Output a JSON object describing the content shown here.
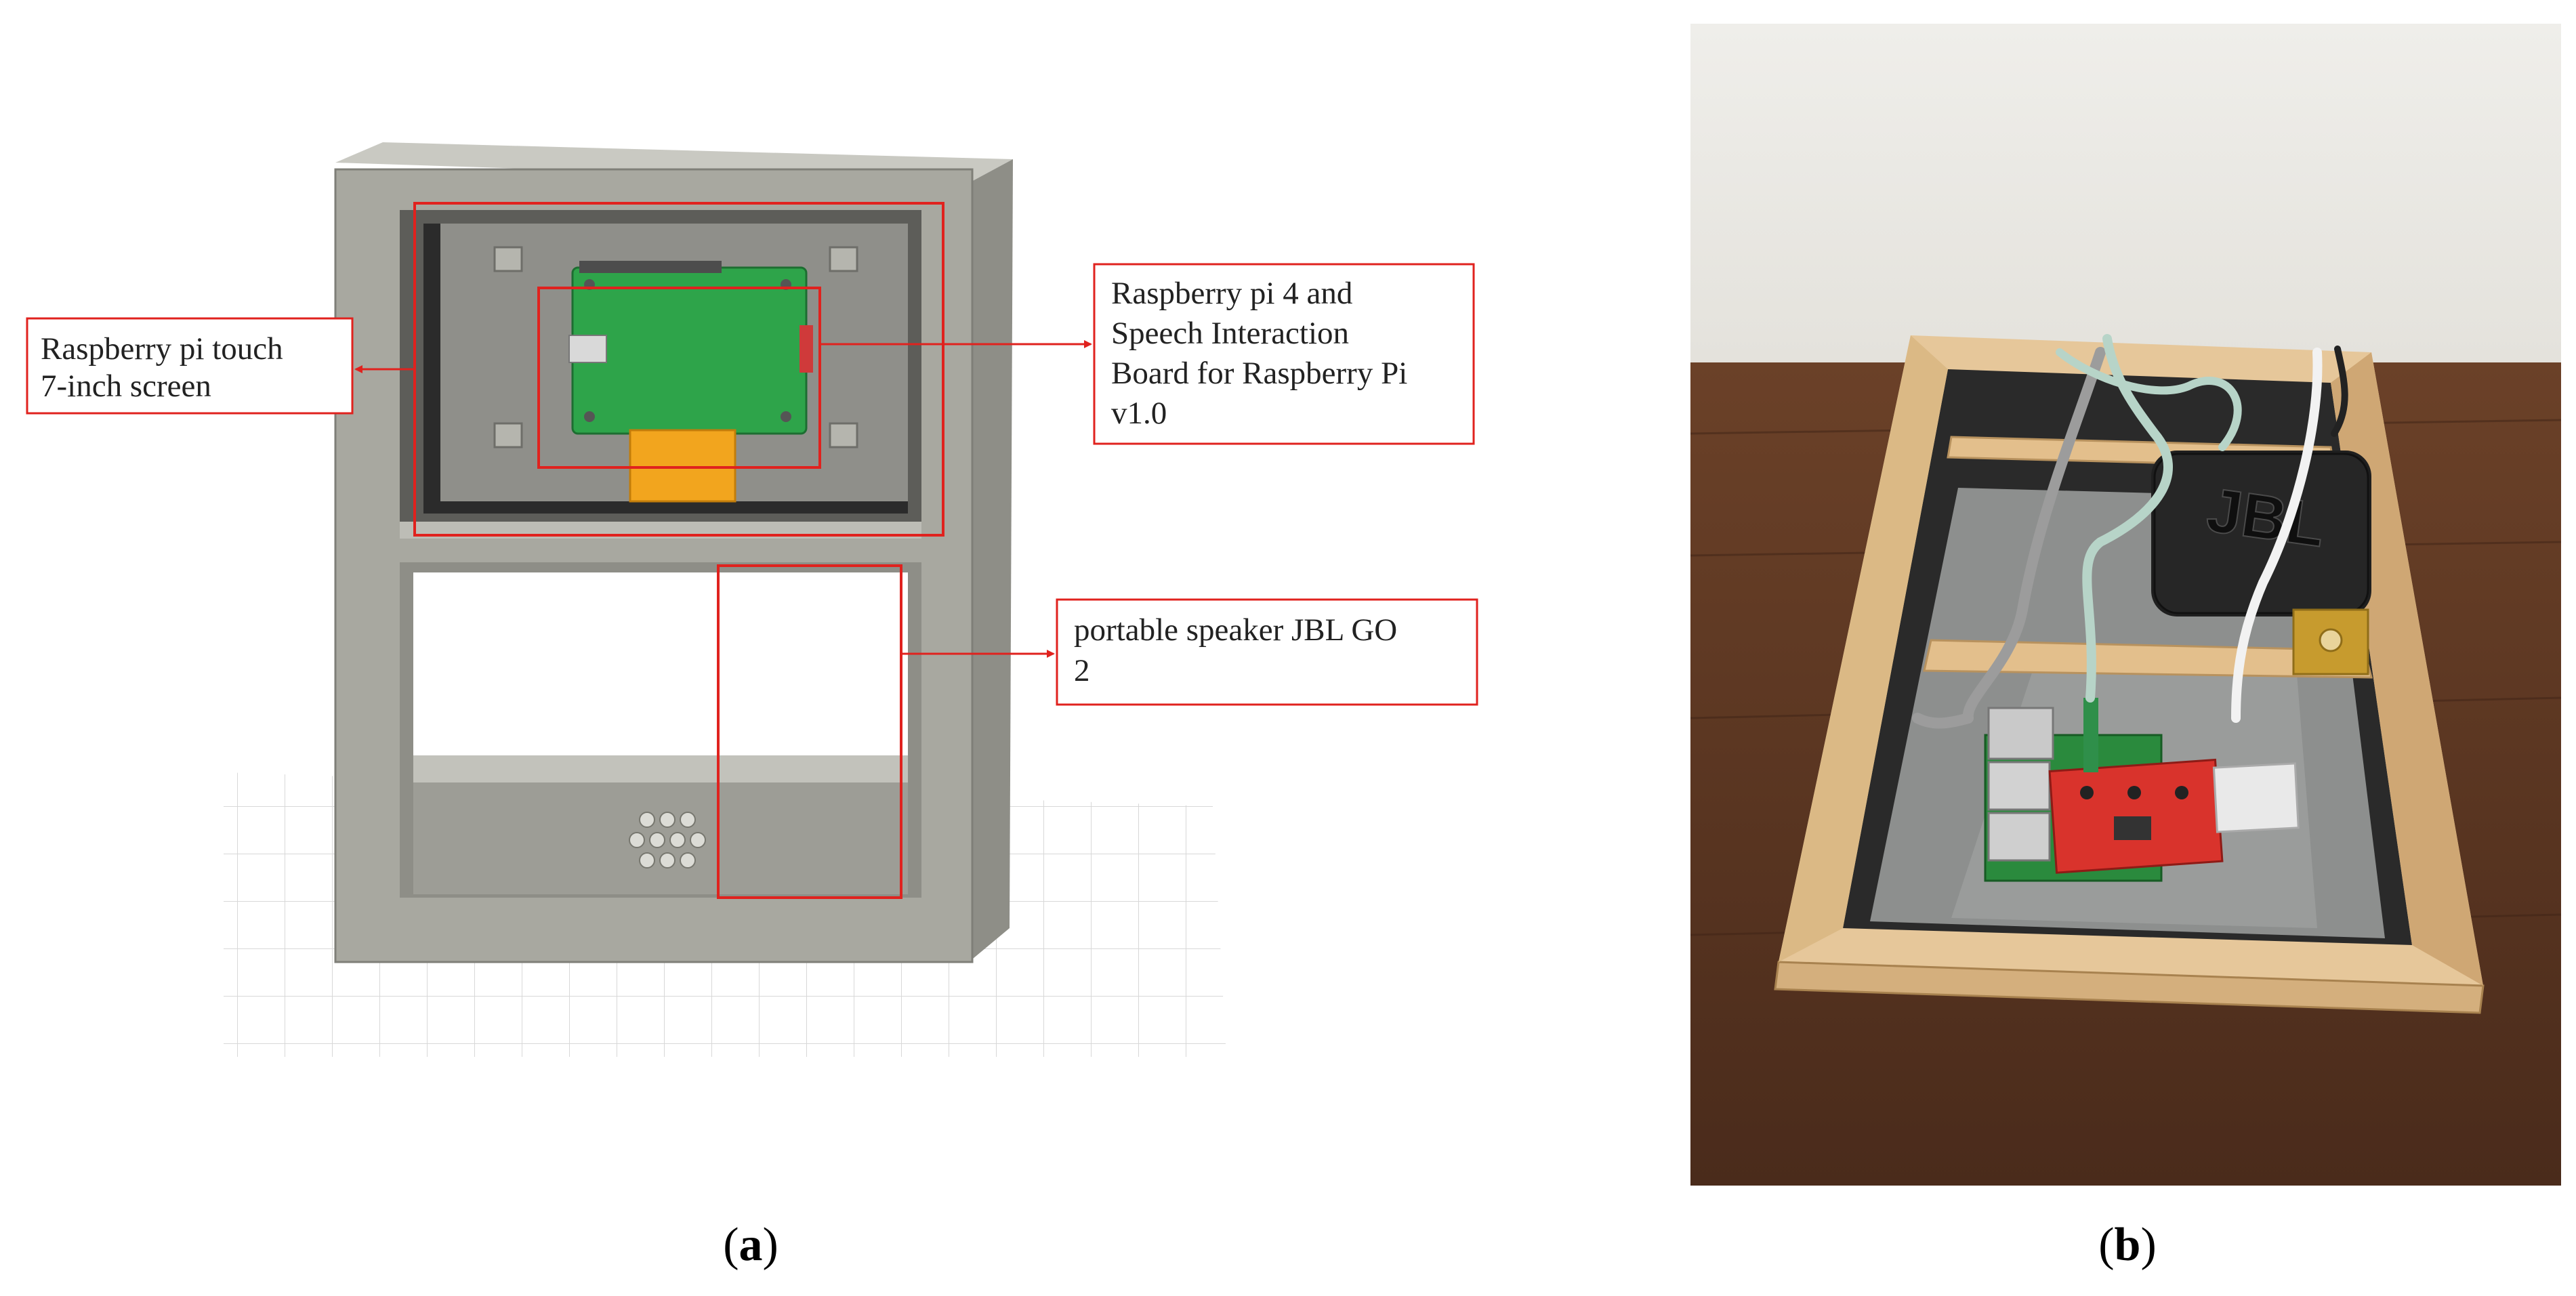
{
  "panel_a": {
    "caption_prefix": "(",
    "caption_letter": "a",
    "caption_suffix": ")",
    "annotations": {
      "screen": {
        "lines": [
          "Raspberry pi touch",
          "7-inch screen"
        ]
      },
      "board": {
        "lines": [
          "Raspberry pi 4 and",
          "Speech Interaction",
          "Board for Raspberry Pi",
          "v1.0"
        ]
      },
      "speaker": {
        "lines": [
          "portable speaker JBL GO",
          "2"
        ]
      }
    }
  },
  "panel_b": {
    "caption_prefix": "(",
    "caption_letter": "b",
    "caption_suffix": ")",
    "speaker_brand": "JBL"
  },
  "colors": {
    "annotation_red": "#e0221e",
    "frame_gray": "#a7a79f",
    "pcb_green": "#2ea44a",
    "wood": "#e6c79a",
    "table": "#5a3522",
    "wall": "#efeeea"
  }
}
